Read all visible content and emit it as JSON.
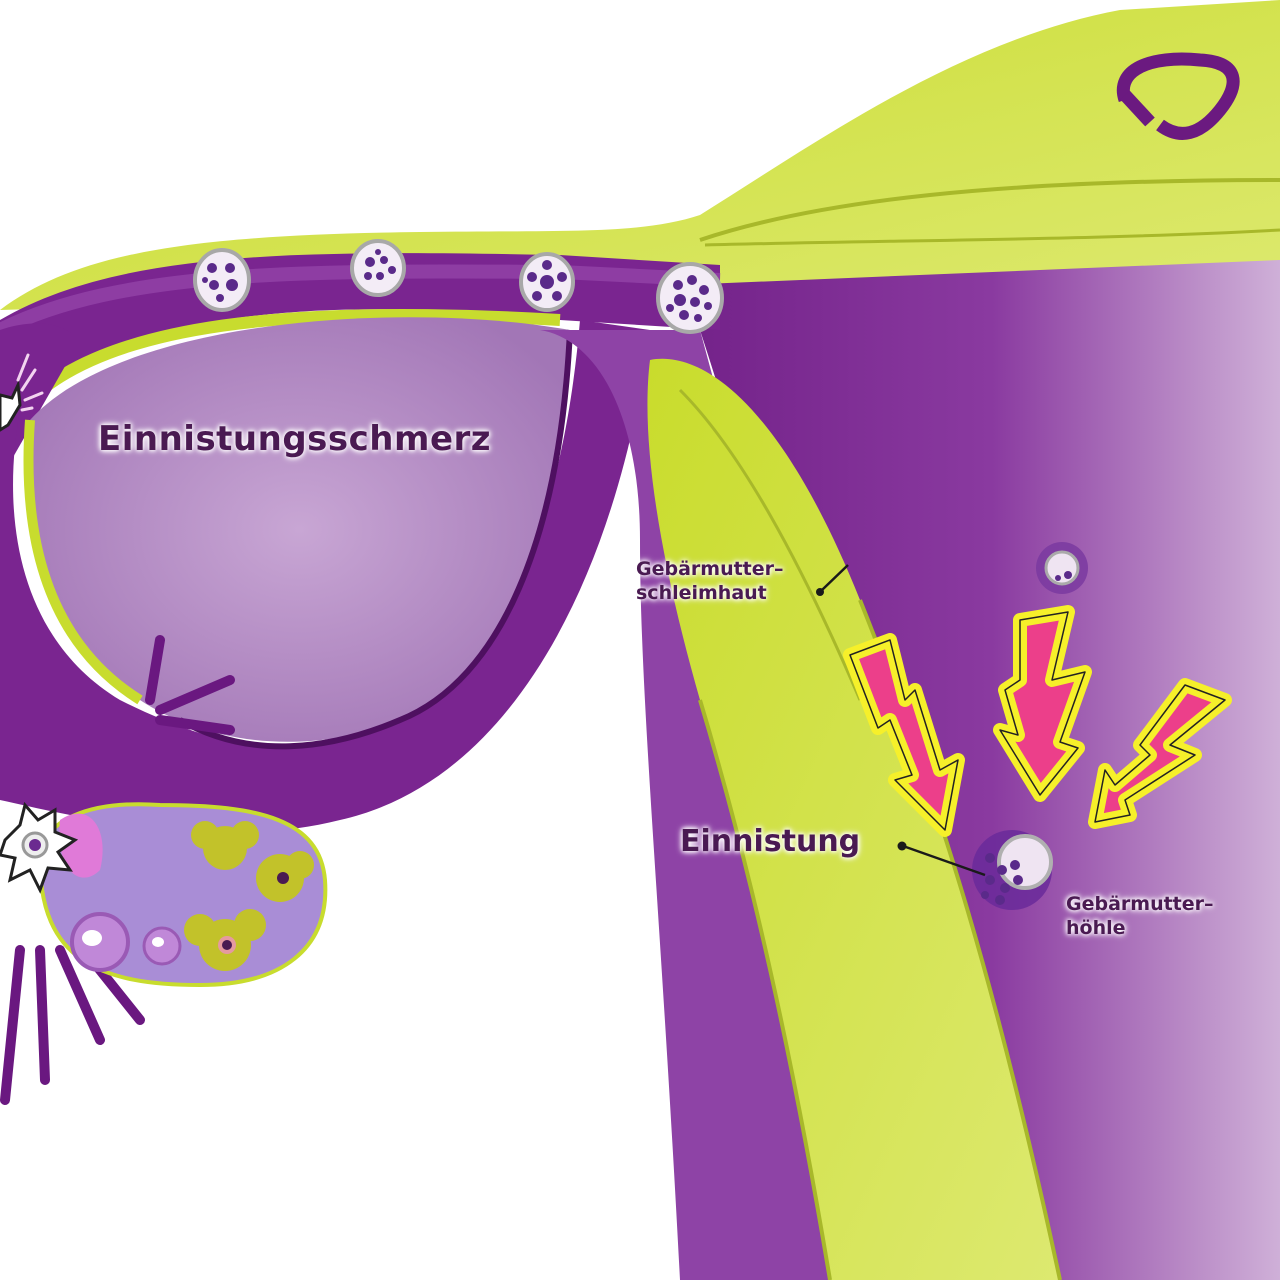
{
  "diagram": {
    "title": "Einnistungsschmerz",
    "labels": {
      "endometrium": [
        "Gebärmutter–",
        "schleimhaut"
      ],
      "implantation": "Einnistung",
      "uterine_cavity": [
        "Gebärmutter–",
        "höhle"
      ]
    },
    "elements": {
      "fallopian_tube_cells": 4,
      "pain_bolts": 3,
      "ovary": "ovary-with-follicles",
      "logo": "brand-logo-icon"
    },
    "colors": {
      "purple_dark": "#6b1a80",
      "purple_mid": "#8a3a9e",
      "purple_light": "#b98ac8",
      "lime": "#c8dc2e",
      "lime_light": "#dbe86a",
      "bolt_fill": "#ec3f8a",
      "bolt_outline": "#f6f02a",
      "text": "#4a1a52"
    }
  }
}
